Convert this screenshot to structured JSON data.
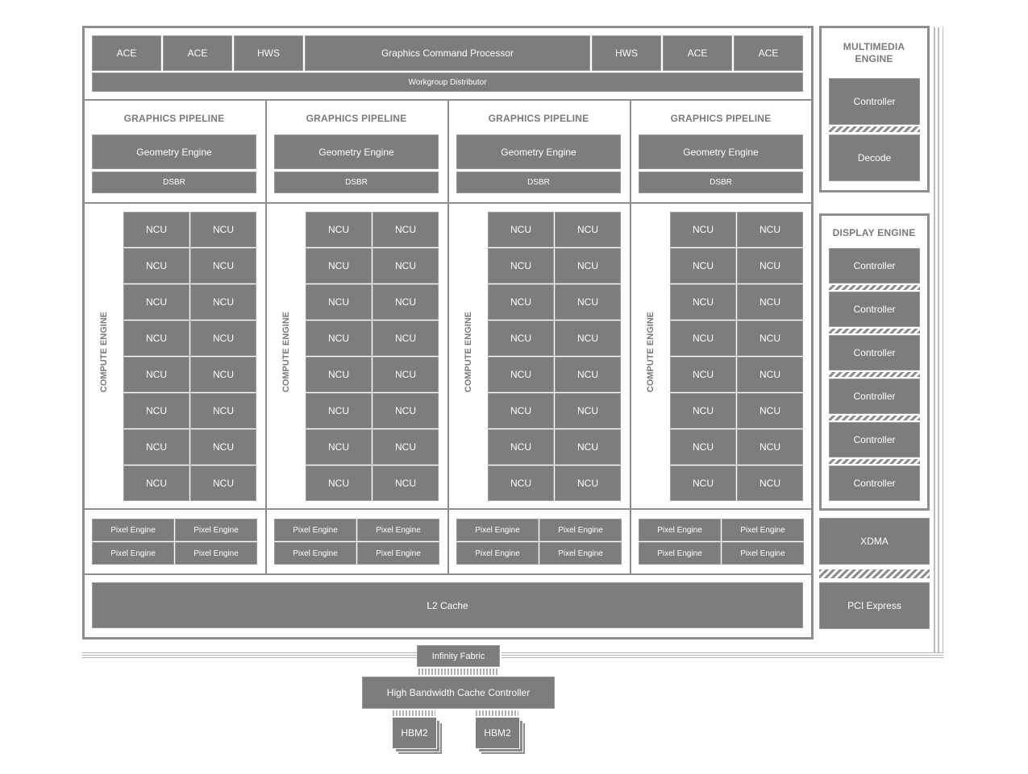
{
  "colors": {
    "block": "#7d7d7d",
    "frame": "#8e8e8e",
    "text_on_block": "#ffffff",
    "title": "#7a7a7a"
  },
  "command_row": {
    "ace": "ACE",
    "hws": "HWS",
    "gcp": "Graphics Command Processor"
  },
  "workgroup_distributor": "Workgroup Distributor",
  "pipeline": {
    "title": "GRAPHICS PIPELINE",
    "geometry": "Geometry Engine",
    "dsbr": "DSBR"
  },
  "compute": {
    "title": "COMPUTE ENGINE",
    "ncu": "NCU"
  },
  "pixel_engine": "Pixel Engine",
  "l2_cache": "L2 Cache",
  "infinity_fabric": "Infinity Fabric",
  "hbcc": "High Bandwidth Cache Controller",
  "hbm2": "HBM2",
  "multimedia": {
    "title": "MULTIMEDIA ENGINE",
    "controller": "Controller",
    "decode": "Decode"
  },
  "display": {
    "title": "DISPLAY ENGINE",
    "controller": "Controller"
  },
  "xdma": "XDMA",
  "pci": "PCI Express"
}
